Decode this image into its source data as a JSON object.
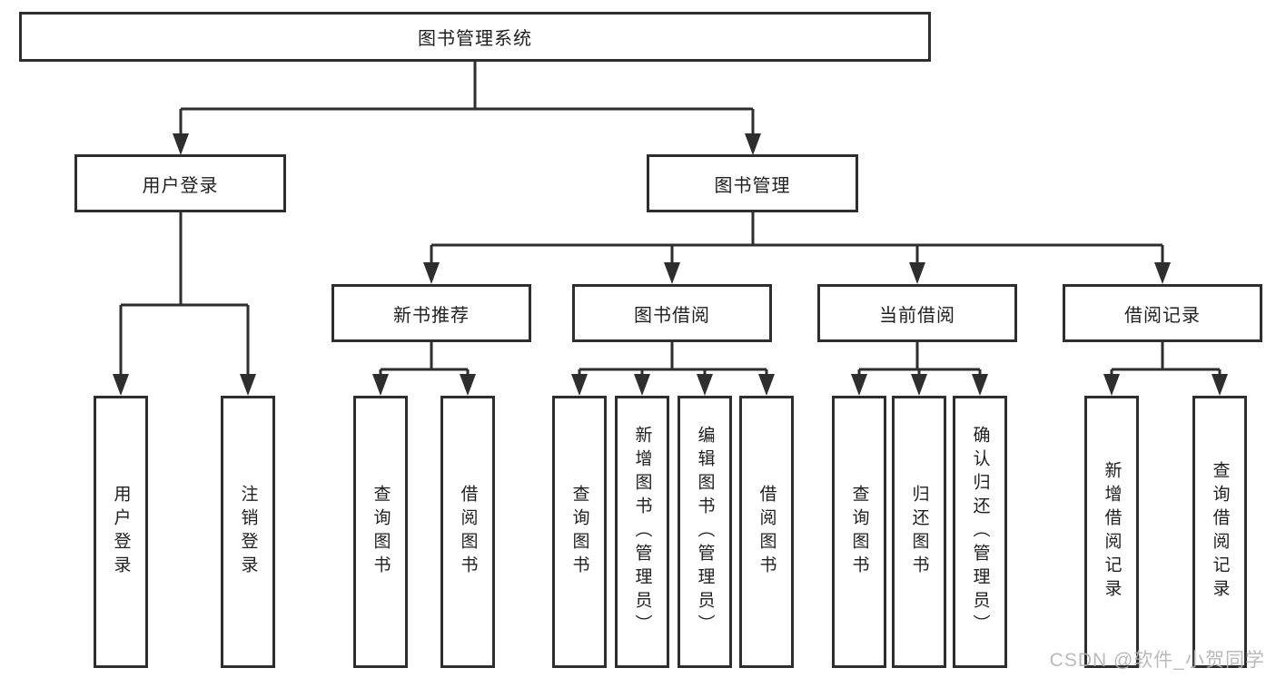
{
  "tree": {
    "label": "图书管理系统",
    "children": [
      {
        "label": "用户登录",
        "children": [
          {
            "label": "用户登录"
          },
          {
            "label": "注销登录"
          }
        ]
      },
      {
        "label": "图书管理",
        "children": [
          {
            "label": "新书推荐",
            "children": [
              {
                "label": "查询图书"
              },
              {
                "label": "借阅图书"
              }
            ]
          },
          {
            "label": "图书借阅",
            "children": [
              {
                "label": "查询图书"
              },
              {
                "label": "新增图书（管理员）"
              },
              {
                "label": "编辑图书（管理员）"
              },
              {
                "label": "借阅图书"
              }
            ]
          },
          {
            "label": "当前借阅",
            "children": [
              {
                "label": "查询图书"
              },
              {
                "label": "归还图书"
              },
              {
                "label": "确认归还（管理员）"
              }
            ]
          },
          {
            "label": "借阅记录",
            "children": [
              {
                "label": "新增借阅记录"
              },
              {
                "label": "查询借阅记录"
              }
            ]
          }
        ]
      }
    ]
  },
  "watermark": "CSDN @软件_小贺同学",
  "colors": {
    "line": "#2e2e2e",
    "box_border": "#2e2e2e",
    "box_fill": "#ffffff",
    "text": "#1f1f1f",
    "watermark": "#b3b3b3"
  }
}
